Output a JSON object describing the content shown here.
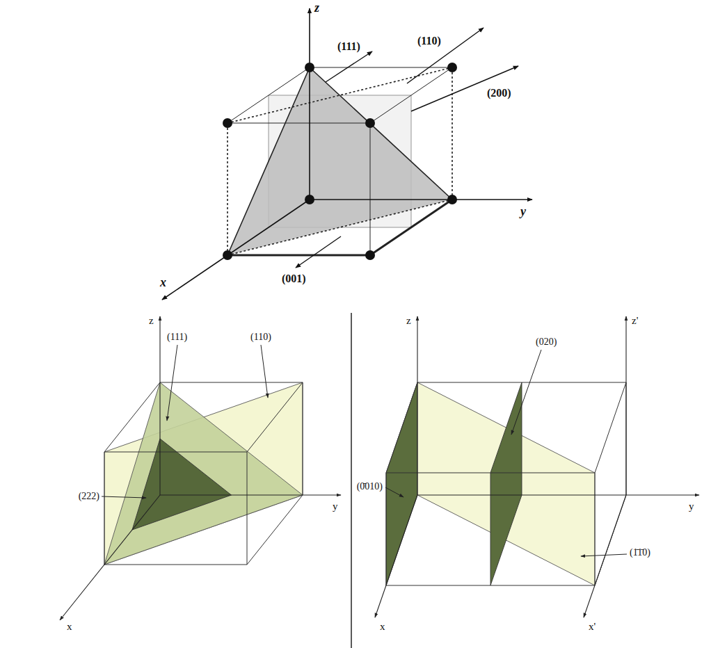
{
  "diagram": {
    "labels": [
      "z",
      "(111)",
      "(110)",
      "(200)",
      "y",
      "x",
      "(001)",
      "z",
      "(111)",
      "(110)",
      "(222)",
      "y",
      "x",
      "z",
      "(020)",
      "z'",
      "(0̄010)",
      "y",
      "(1̄1̄0)",
      "x",
      "x'"
    ]
  }
}
